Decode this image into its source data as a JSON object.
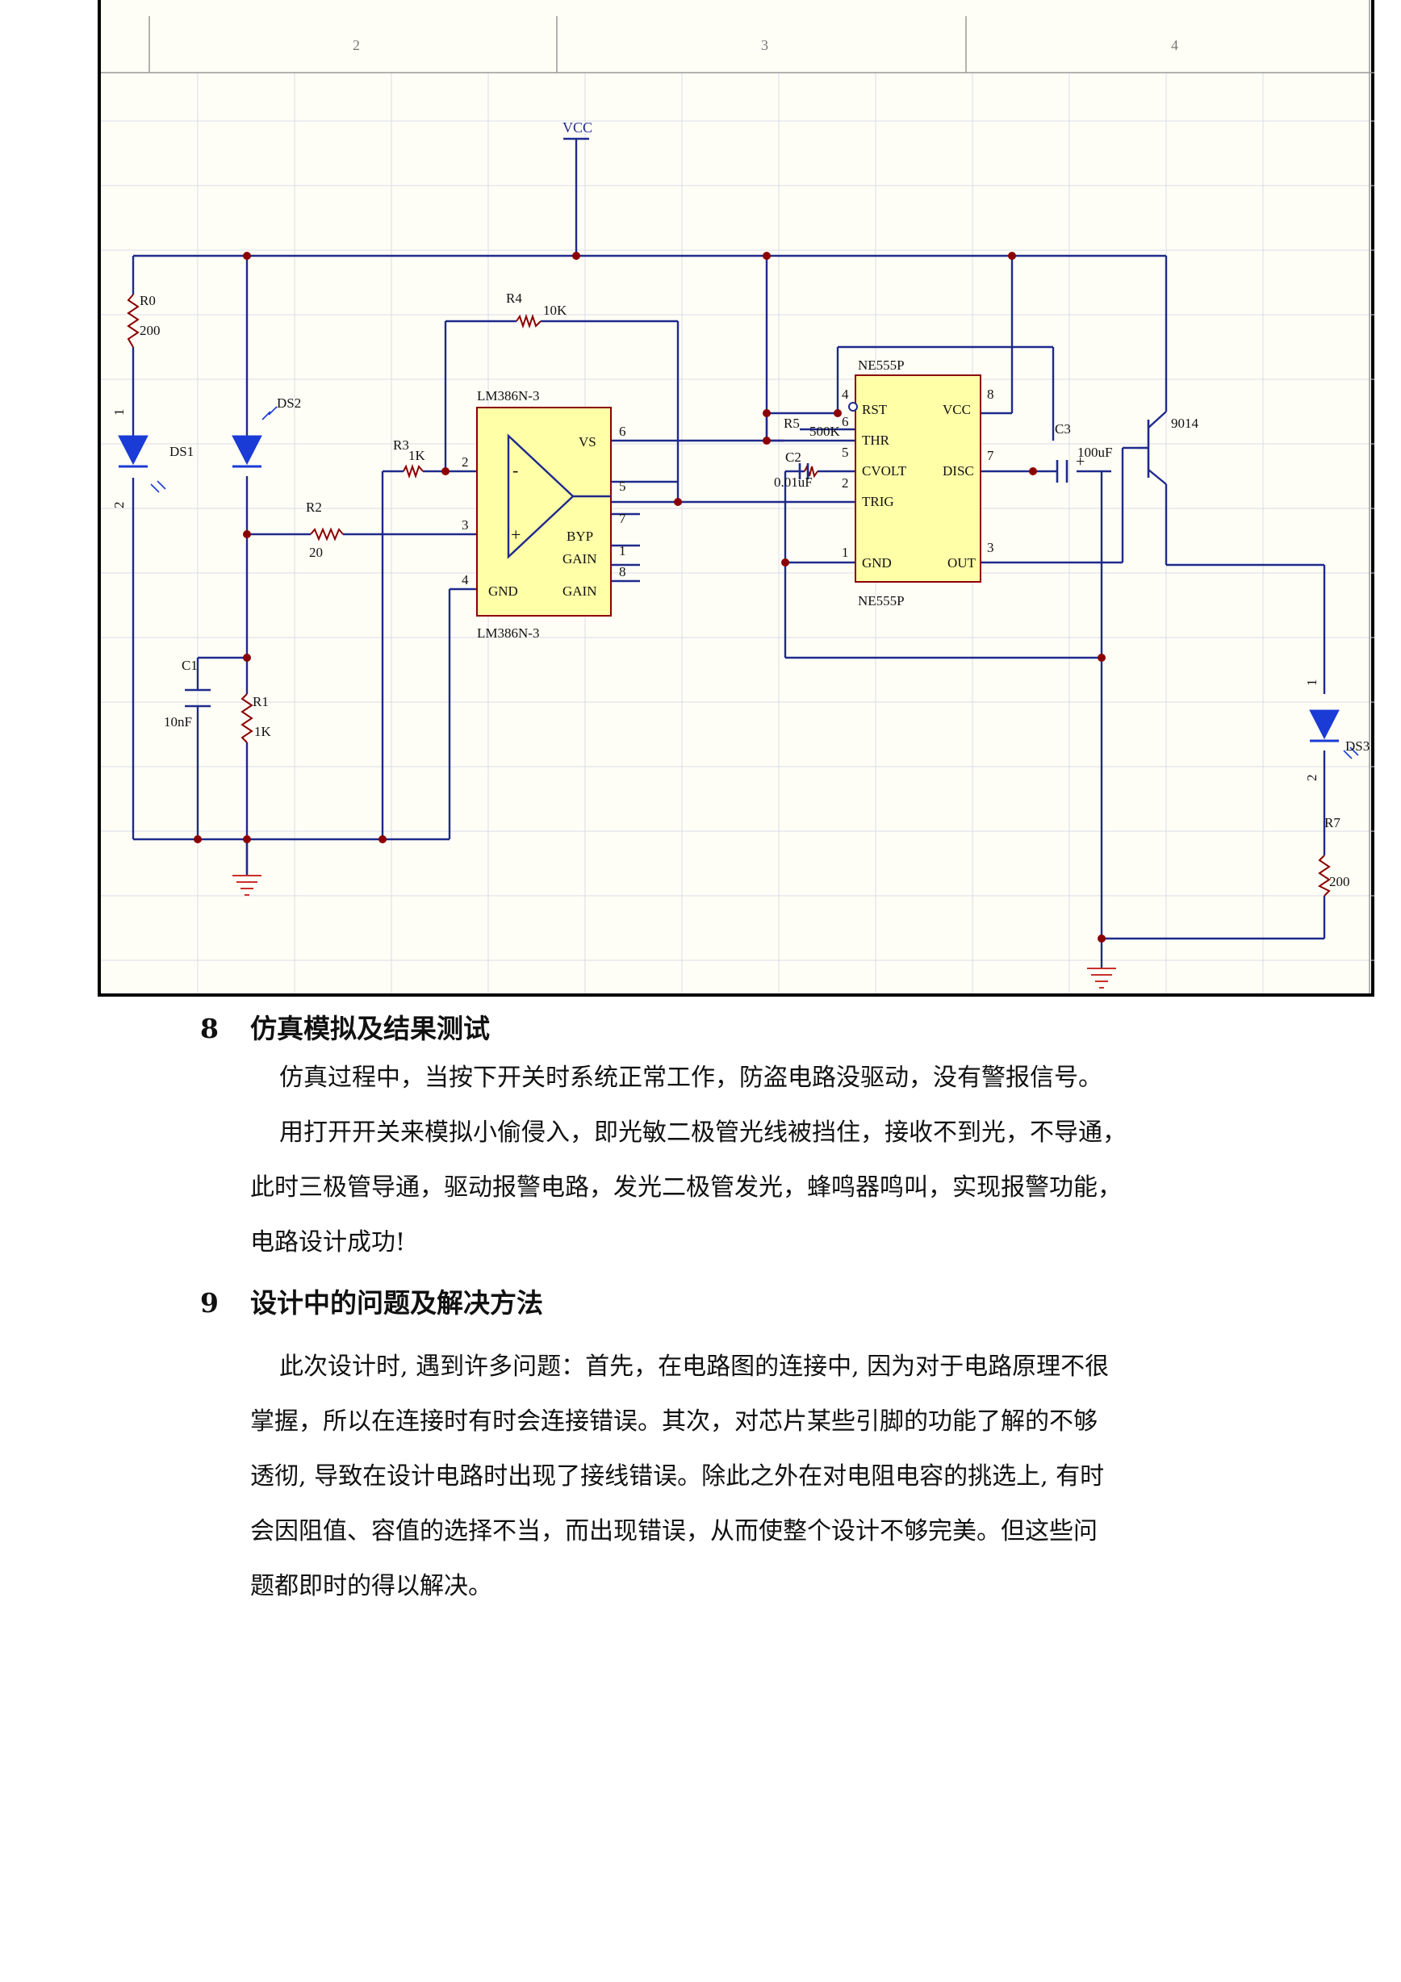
{
  "schematic": {
    "grid_columns": [
      "2",
      "3",
      "4"
    ],
    "net_vcc": "VCC",
    "components": {
      "r0": {
        "ref": "R0",
        "value": "200"
      },
      "r1": {
        "ref": "R1",
        "value": "1K"
      },
      "r2": {
        "ref": "R2",
        "value": "20"
      },
      "r3": {
        "ref": "R3",
        "value": "1K"
      },
      "r4": {
        "ref": "R4",
        "value": "10K"
      },
      "r5": {
        "ref": "R5",
        "value": "500K"
      },
      "r7": {
        "ref": "R7",
        "value": "200"
      },
      "c1": {
        "ref": "C1",
        "value": "10nF"
      },
      "c2": {
        "ref": "C2",
        "value": "0.01uF"
      },
      "c3": {
        "ref": "C3",
        "value": "100uF"
      },
      "ds1": {
        "ref": "DS1"
      },
      "ds2": {
        "ref": "DS2"
      },
      "ds3": {
        "ref": "DS3"
      },
      "q1": {
        "value": "9014"
      },
      "u1": {
        "part": "LM386N-3",
        "pins": {
          "vs": "VS",
          "byp": "BYP",
          "gain1": "GAIN",
          "gain2": "GAIN",
          "gnd": "GND",
          "minus": "-",
          "plus": "+"
        },
        "pin_numbers": {
          "p2": "2",
          "p3": "3",
          "p4": "4",
          "p6": "6",
          "p5": "5",
          "p7": "7",
          "p1": "1",
          "p8": "8"
        }
      },
      "u2": {
        "part": "NE555P",
        "pins": {
          "rst": "RST",
          "thr": "THR",
          "cvolt": "CVOLT",
          "trig": "TRIG",
          "gnd": "GND",
          "vcc": "VCC",
          "disc": "DISC",
          "out": "OUT"
        },
        "pin_numbers": {
          "p4": "4",
          "p6": "6",
          "p5": "5",
          "p2": "2",
          "p1": "1",
          "p8": "8",
          "p7": "7",
          "p3": "3"
        }
      },
      "led_pins": {
        "one": "1",
        "two": "2"
      }
    }
  },
  "section8": {
    "number": "8",
    "title": "仿真模拟及结果测试",
    "p1": "仿真过程中，当按下开关时系统正常工作，防盗电路没驱动，没有警报信号。",
    "p2_l1": "用打开开关来模拟小偷侵入，即光敏二极管光线被挡住，接收不到光，不导通，",
    "p2_l2": "此时三极管导通，驱动报警电路，发光二极管发光，蜂鸣器鸣叫，实现报警功能，",
    "p2_l3": "电路设计成功!"
  },
  "section9": {
    "number": "9",
    "title": "设计中的问题及解决方法",
    "l1": "此次设计时, 遇到许多问题：首先，在电路图的连接中, 因为对于电路原理不很",
    "l2": "掌握，所以在连接时有时会连接错误。其次，对芯片某些引脚的功能了解的不够",
    "l3": "透彻, 导致在设计电路时出现了接线错误。除此之外在对电阻电容的挑选上, 有时",
    "l4": "会因阻值、容值的选择不当，而出现错误，从而使整个设计不够完美。但这些问",
    "l5": "题都即时的得以解决。"
  },
  "colors": {
    "wire": "#1f2a8c",
    "junction": "#8b0000",
    "chip_fill": "#ffffa8",
    "chip_stroke": "#8b0000",
    "led": "#1a3bd6",
    "ground": "#c8302b"
  }
}
